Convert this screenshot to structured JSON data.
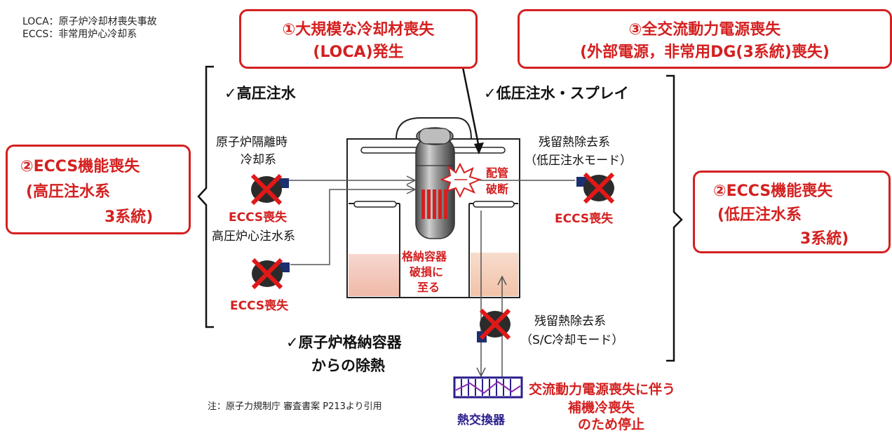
{
  "legend": {
    "line1": "LOCA：原子炉冷却材喪失事故",
    "line2": "ECCS：非常用炉心冷却系"
  },
  "callouts": {
    "loca": {
      "line1": "①大規模な冷却材喪失",
      "line2": "(LOCA)発生"
    },
    "power": {
      "line1": "③全交流動力電源喪失",
      "line2": "(外部電源，非常用DG(3系統)喪失)"
    },
    "eccs_high": {
      "line1": "②ECCS機能喪失",
      "line2": "(高圧注水系",
      "line3": "3系統)"
    },
    "eccs_low": {
      "line1": "②ECCS機能喪失",
      "line2": "(低圧注水系",
      "line3": "3系統)"
    }
  },
  "sections": {
    "high_pressure": "✓高圧注水",
    "low_pressure": "✓低圧注水・スプレイ",
    "containment_heat": {
      "line1": "✓原子炉格納容器",
      "line2": "からの除熱"
    }
  },
  "systems": {
    "rcic": {
      "line1": "原子炉隔離時",
      "line2": "冷却系"
    },
    "hpcs": "高圧炉心注水系",
    "rhr_lpci": {
      "line1": "残留熱除去系",
      "line2": "（低圧注水モード）"
    },
    "rhr_sc": {
      "line1": "残留熱除去系",
      "line2": "（S/C冷却モード）"
    },
    "heat_exchanger": "熱交換器"
  },
  "failures": {
    "eccs_loss": "ECCS喪失",
    "pipe_break": {
      "line1": "配管",
      "line2": "破断"
    },
    "containment_damage": {
      "line1": "格納容器",
      "line2": "破損に",
      "line3": "至る"
    },
    "aux_cooling": {
      "line1": "交流動力電源喪失に伴う",
      "line2": "補機冷喪失",
      "line3": "のため停止"
    }
  },
  "note": "注：原子力規制庁 審査書案 P213より引用",
  "colors": {
    "accent_red": "#d42020",
    "pump_fill": "#2b2b2b",
    "pump_blue": "#1c2f6e",
    "pool_pink": "#f3c7bc",
    "heat_exchanger": "#2a1f8c"
  }
}
